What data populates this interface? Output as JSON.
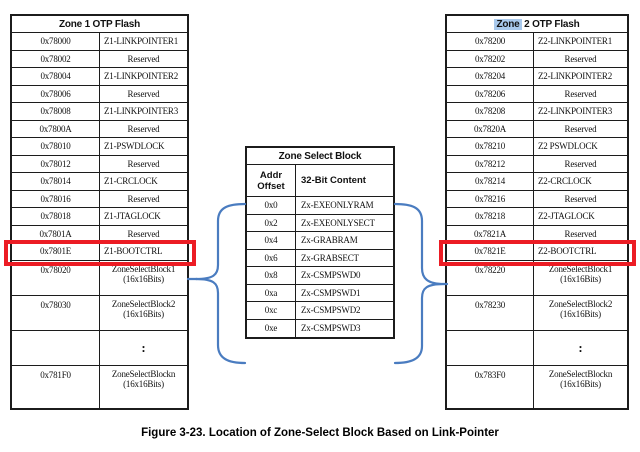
{
  "caption": "Figure 3-23. Location of Zone-Select Block Based on Link-Pointer",
  "colors": {
    "red_box": "#ec1c24",
    "brace_blue": "#4a7cc0",
    "zone2_highlight": "#a9c9ec",
    "table_border": "#1c1c1c"
  },
  "zone1": {
    "title": "Zone 1 OTP Flash",
    "rows": [
      {
        "addr": "0x78000",
        "content": "Z1-LINKPOINTER1"
      },
      {
        "addr": "0x78002",
        "content": "Reserved",
        "center": true
      },
      {
        "addr": "0x78004",
        "content": "Z1-LINKPOINTER2"
      },
      {
        "addr": "0x78006",
        "content": "Reserved",
        "center": true
      },
      {
        "addr": "0x78008",
        "content": "Z1-LINKPOINTER3"
      },
      {
        "addr": "0x7800A",
        "content": "Reserved",
        "center": true
      },
      {
        "addr": "0x78010",
        "content": "Z1-PSWDLOCK"
      },
      {
        "addr": "0x78012",
        "content": "Reserved",
        "center": true
      },
      {
        "addr": "0x78014",
        "content": "Z1-CRCLOCK"
      },
      {
        "addr": "0x78016",
        "content": "Reserved",
        "center": true
      },
      {
        "addr": "0x78018",
        "content": "Z1-JTAGLOCK"
      },
      {
        "addr": "0x7801A",
        "content": "Reserved",
        "center": true
      },
      {
        "addr": "0x7801E",
        "content": "Z1-BOOTCTRL",
        "redbox": true
      },
      {
        "addr": "0x78020",
        "content": "ZoneSelectBlock1",
        "sub": "(16x16Bits)",
        "size": "tall",
        "center": true
      },
      {
        "addr": "0x78030",
        "content": "ZoneSelectBlock2",
        "sub": "(16x16Bits)",
        "size": "tall",
        "center": true
      },
      {
        "addr": "",
        "content": ":",
        "dots": true,
        "size": "tall",
        "center": true
      },
      {
        "addr": "0x781F0",
        "content": "ZoneSelectBlockn",
        "sub": "(16x16Bits)",
        "size": "taller",
        "center": true
      }
    ]
  },
  "zone2": {
    "title_highlighted": "Zone",
    "title_rest": " 2 OTP Flash",
    "rows": [
      {
        "addr": "0x78200",
        "content": "Z2-LINKPOINTER1"
      },
      {
        "addr": "0x78202",
        "content": "Reserved",
        "center": true
      },
      {
        "addr": "0x78204",
        "content": "Z2-LINKPOINTER2"
      },
      {
        "addr": "0x78206",
        "content": "Reserved",
        "center": true
      },
      {
        "addr": "0x78208",
        "content": "Z2-LINKPOINTER3"
      },
      {
        "addr": "0x7820A",
        "content": "Reserved",
        "center": true
      },
      {
        "addr": "0x78210",
        "content": "Z2 PSWDLOCK"
      },
      {
        "addr": "0x78212",
        "content": "Reserved",
        "center": true
      },
      {
        "addr": "0x78214",
        "content": "Z2-CRCLOCK"
      },
      {
        "addr": "0x78216",
        "content": "Reserved",
        "center": true
      },
      {
        "addr": "0x78218",
        "content": "Z2-JTAGLOCK"
      },
      {
        "addr": "0x7821A",
        "content": "Reserved",
        "center": true
      },
      {
        "addr": "0x7821E",
        "content": "Z2-BOOTCTRL",
        "redbox": true
      },
      {
        "addr": "0x78220",
        "content": "ZoneSelectBlock1",
        "sub": "(16x16Bits)",
        "size": "tall",
        "center": true
      },
      {
        "addr": "0x78230",
        "content": "ZoneSelectBlock2",
        "sub": "(16x16Bits)",
        "size": "tall",
        "center": true
      },
      {
        "addr": "",
        "content": ":",
        "dots": true,
        "size": "tall",
        "center": true
      },
      {
        "addr": "0x783F0",
        "content": "ZoneSelectBlockn",
        "sub": "(16x16Bits)",
        "size": "taller",
        "center": true
      }
    ]
  },
  "zone_select": {
    "title": "Zone Select Block",
    "col_addr": "Addr Offset",
    "col_content": "32-Bit Content",
    "rows": [
      {
        "addr": "0x0",
        "content": "Zx-EXEONLYRAM"
      },
      {
        "addr": "0x2",
        "content": "Zx-EXEONLYSECT"
      },
      {
        "addr": "0x4",
        "content": "Zx-GRABRAM"
      },
      {
        "addr": "0x6",
        "content": "Zx-GRABSECT"
      },
      {
        "addr": "0x8",
        "content": "Zx-CSMPSWD0"
      },
      {
        "addr": "0xa",
        "content": "Zx-CSMPSWD1"
      },
      {
        "addr": "0xc",
        "content": "Zx-CSMPSWD2"
      },
      {
        "addr": "0xe",
        "content": "Zx-CSMPSWD3"
      }
    ]
  }
}
